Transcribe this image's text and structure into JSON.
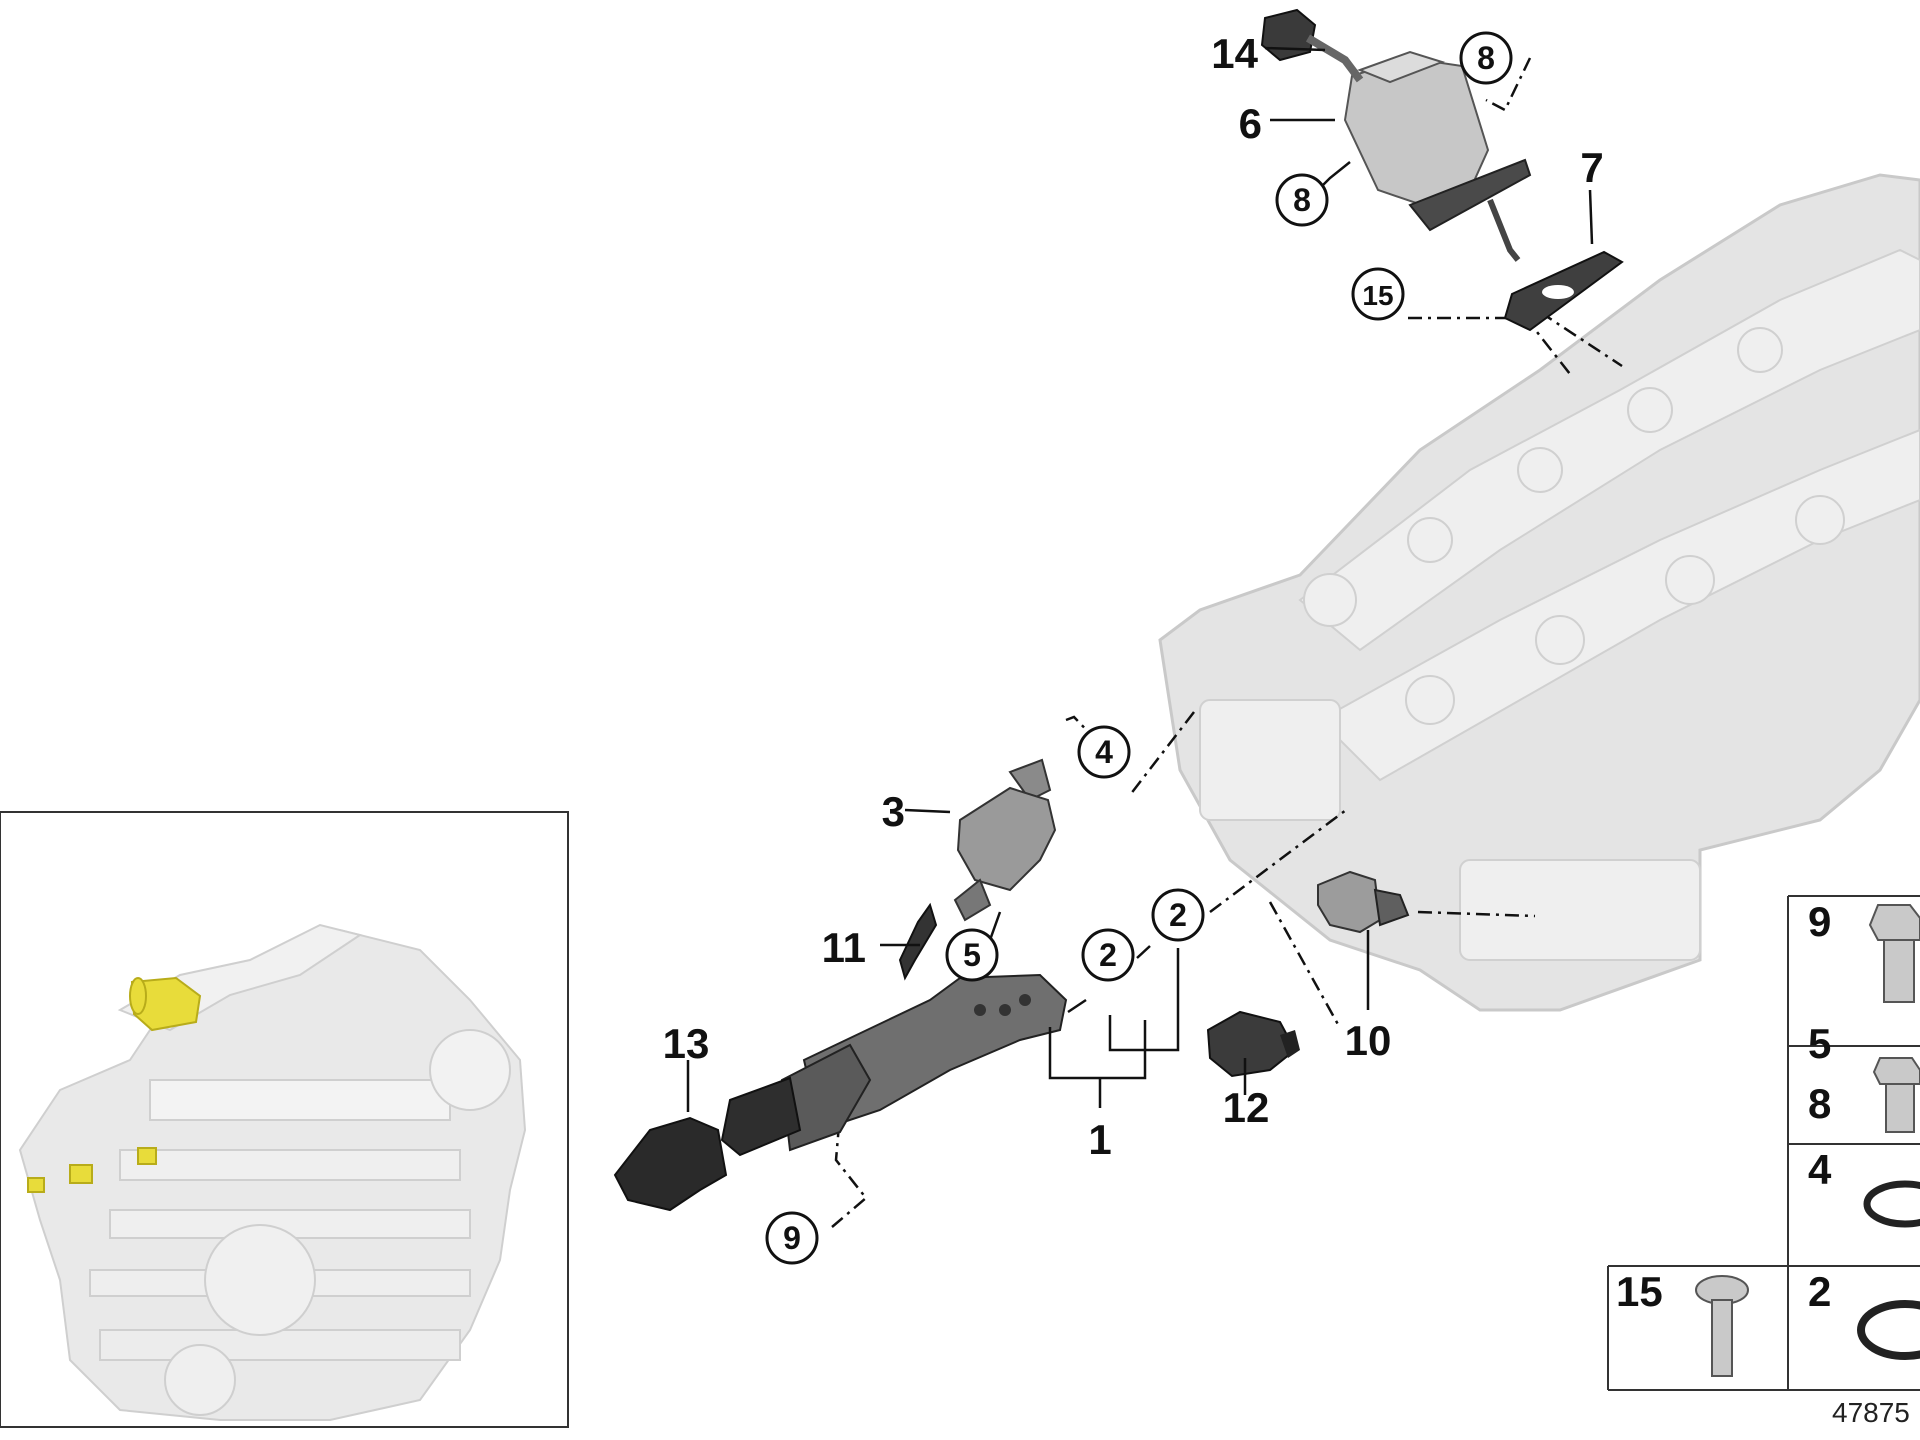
{
  "callouts": {
    "c1": "1",
    "c2a": "2",
    "c2b": "2",
    "c3": "3",
    "c4": "4",
    "c5": "5",
    "c6": "6",
    "c7": "7",
    "c8a": "8",
    "c8b": "8",
    "c9": "9",
    "c10": "10",
    "c11": "11",
    "c12": "12",
    "c13": "13",
    "c14": "14",
    "c15": "15"
  },
  "hardware_table": {
    "r1": "9",
    "r2a": "5",
    "r2b": "8",
    "r3": "4",
    "r4a": "15",
    "r4b": "2"
  },
  "reference_number": "47875",
  "colors": {
    "engine_highlight": "#e8dc3a",
    "engine_gray": "#dedede",
    "line": "#111111"
  }
}
